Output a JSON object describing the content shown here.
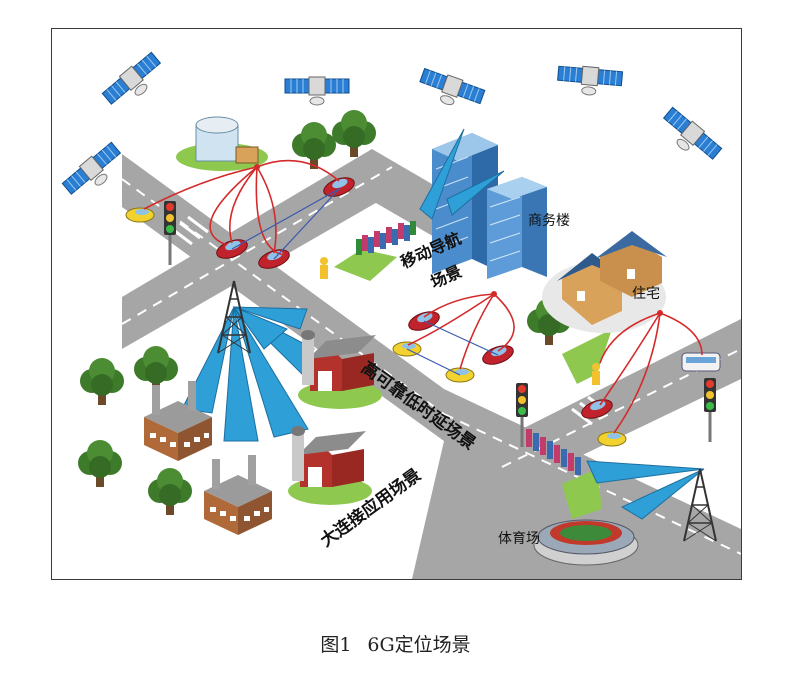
{
  "labels": {
    "navigation": "移动导航",
    "navigation_line2": "场景",
    "office": "商务楼",
    "residence": "住宅",
    "low_latency": "高可靠低时延场景",
    "massive": "大连接应用场景",
    "stadium": "体育场"
  },
  "caption": {
    "figure_no": "图1",
    "title": "6G定位场景"
  },
  "colors": {
    "road": "#a6a6a6",
    "signal_beam": "#2f9fd8",
    "link": "#d42a2a",
    "tree": "#3d7a2a",
    "grass": "#8fc84f"
  }
}
